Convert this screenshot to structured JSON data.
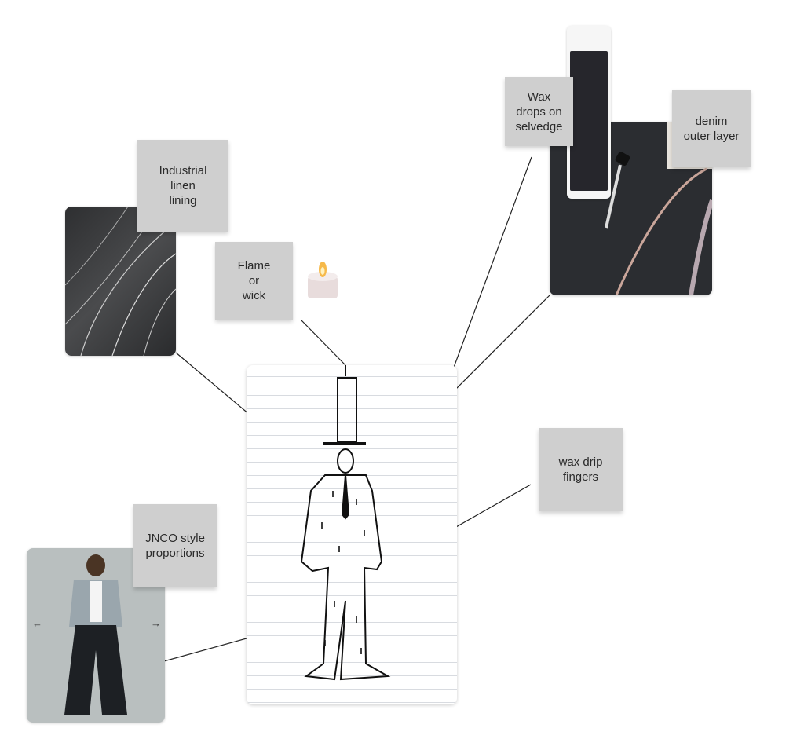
{
  "board": {
    "notes": [
      {
        "id": "linen",
        "text": "Industrial\nlinen\nlining"
      },
      {
        "id": "flame",
        "text": "Flame\nor\nwick"
      },
      {
        "id": "wax",
        "text": "Wax\ndrops on\nselvedge"
      },
      {
        "id": "denim",
        "text": "denim\nouter layer"
      },
      {
        "id": "fingers",
        "text": "wax drip\nfingers"
      },
      {
        "id": "jnco",
        "text": "JNCO style\nproportions"
      }
    ],
    "carousel": {
      "prev_icon": "←",
      "next_icon": "→"
    },
    "colors": {
      "note": "#cfcfcf",
      "denim": "#2b2d31",
      "linen": "#3a3b3d"
    }
  }
}
